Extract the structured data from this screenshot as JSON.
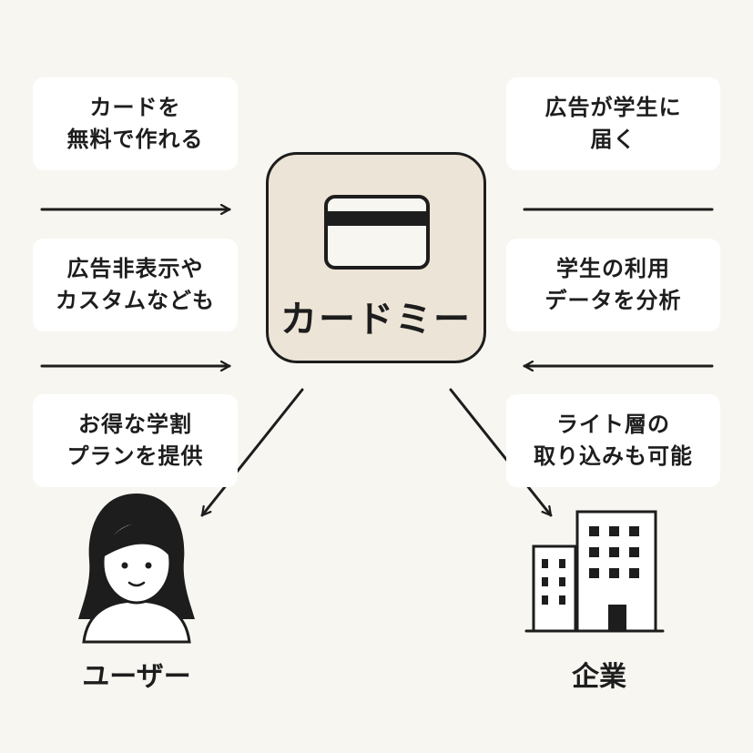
{
  "center": {
    "title": "カードミー",
    "icon": "credit-card-icon"
  },
  "left_boxes": [
    {
      "lines": [
        "カードを",
        "無料で作れる"
      ]
    },
    {
      "lines": [
        "広告非表示や",
        "カスタムなども"
      ]
    },
    {
      "lines": [
        "お得な学割",
        "プランを提供"
      ]
    }
  ],
  "right_boxes": [
    {
      "lines": [
        "広告が学生に",
        "届く"
      ]
    },
    {
      "lines": [
        "学生の利用",
        "データを分析"
      ]
    },
    {
      "lines": [
        "ライト層の",
        "取り込みも可能"
      ]
    }
  ],
  "user": {
    "label": "ユーザー",
    "icon": "user-avatar-icon"
  },
  "company": {
    "label": "企業",
    "icon": "building-icon"
  },
  "colors": {
    "background": "#f8f6f1",
    "box": "#ffffff",
    "center_fill": "#ece4d6",
    "ink": "#1d1d1d"
  }
}
